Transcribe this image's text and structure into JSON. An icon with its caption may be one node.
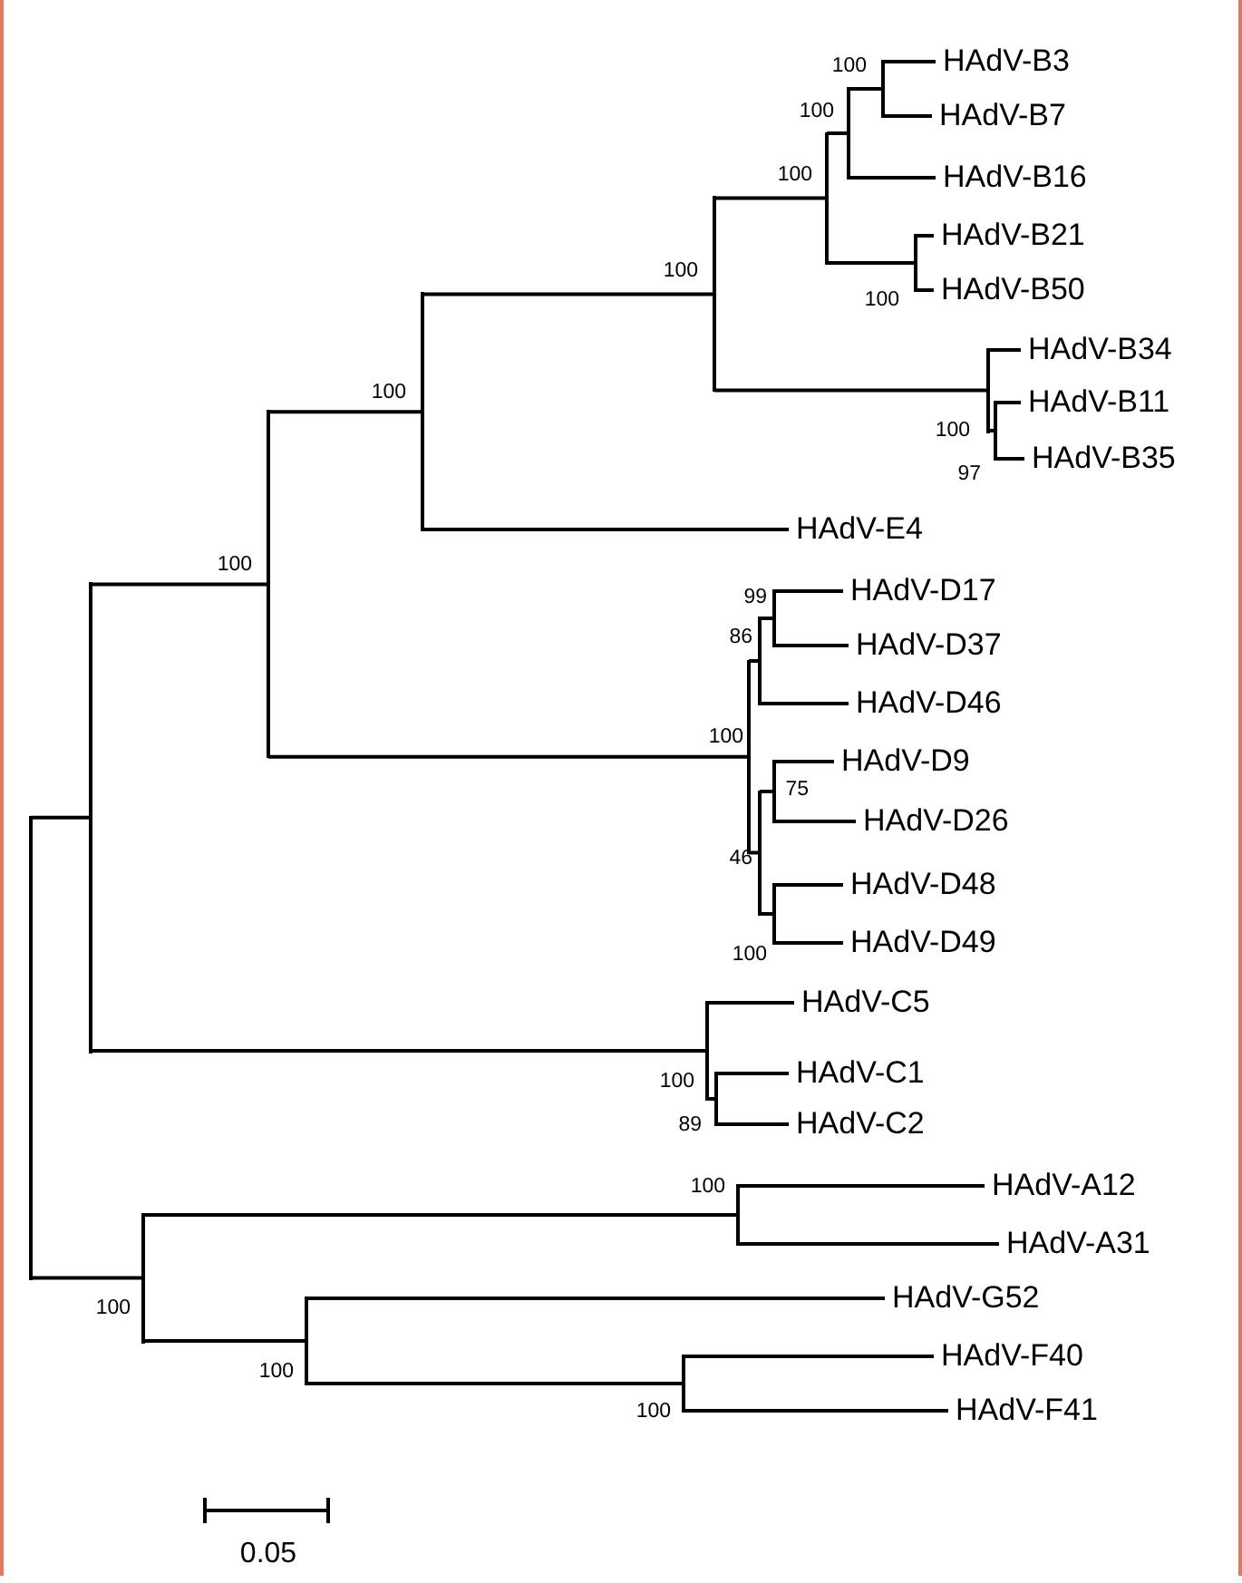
{
  "diagram": {
    "nodes": [
      {
        "text": [],
        "shape": "bar"
      },
      {
        "text": [],
        "shape": "bar"
      },
      {
        "text": [],
        "shape": "bar",
        "beside": [
          "100"
        ]
      },
      {
        "text": [],
        "shape": "bar",
        "beside": [
          "100"
        ]
      },
      {
        "text": [],
        "shape": "bar",
        "beside": [
          "100"
        ]
      },
      {
        "text": [],
        "shape": "bar",
        "beside": [
          "100"
        ]
      },
      {
        "text": [],
        "shape": "bar",
        "beside": [
          "100"
        ]
      },
      {
        "text": [],
        "shape": "bar",
        "beside": [
          "100"
        ]
      },
      {
        "text": [
          "HAdV-B3"
        ]
      },
      {
        "text": [
          "HAdV-B7"
        ]
      },
      {
        "text": [
          "HAdV-B16"
        ]
      },
      {
        "text": [],
        "shape": "bar",
        "beside": [
          "100"
        ]
      },
      {
        "text": [
          "HAdV-B21"
        ]
      },
      {
        "text": [
          "HAdV-B50"
        ]
      },
      {
        "text": [],
        "shape": "bar",
        "beside": [
          "100"
        ]
      },
      {
        "text": [
          "HAdV-B34"
        ]
      },
      {
        "text": [],
        "shape": "bar",
        "beside": [
          "97"
        ]
      },
      {
        "text": [
          "HAdV-B11"
        ]
      },
      {
        "text": [
          "HAdV-B35"
        ]
      },
      {
        "text": [
          "HAdV-E4"
        ]
      },
      {
        "text": [],
        "shape": "bar",
        "beside": [
          "100"
        ]
      },
      {
        "text": [],
        "shape": "bar",
        "beside": [
          "86"
        ]
      },
      {
        "text": [],
        "shape": "bar",
        "beside": [
          "99"
        ]
      },
      {
        "text": [
          "HAdV-D17"
        ]
      },
      {
        "text": [
          "HAdV-D37"
        ]
      },
      {
        "text": [
          "HAdV-D46"
        ]
      },
      {
        "text": [],
        "shape": "bar",
        "beside": [
          "46"
        ]
      },
      {
        "text": [],
        "shape": "bar",
        "beside": [
          "75"
        ]
      },
      {
        "text": [
          "HAdV-D9"
        ]
      },
      {
        "text": [
          "HAdV-D26"
        ]
      },
      {
        "text": [],
        "shape": "bar",
        "beside": [
          "100"
        ]
      },
      {
        "text": [
          "HAdV-D48"
        ]
      },
      {
        "text": [
          "HAdV-D49"
        ]
      },
      {
        "text": [],
        "shape": "bar",
        "beside": [
          "100"
        ]
      },
      {
        "text": [
          "HAdV-C5"
        ]
      },
      {
        "text": [],
        "shape": "bar",
        "beside": [
          "89"
        ]
      },
      {
        "text": [
          "HAdV-C1"
        ]
      },
      {
        "text": [
          "HAdV-C2"
        ]
      },
      {
        "text": [],
        "shape": "bar",
        "beside": [
          "100"
        ]
      },
      {
        "text": [],
        "shape": "bar",
        "beside": [
          "100"
        ]
      },
      {
        "text": [
          "HAdV-A12"
        ]
      },
      {
        "text": [
          "HAdV-A31"
        ]
      },
      {
        "text": [],
        "shape": "bar",
        "beside": [
          "100"
        ]
      },
      {
        "text": [
          "HAdV-G52"
        ]
      },
      {
        "text": [],
        "shape": "bar",
        "beside": [
          "100"
        ]
      },
      {
        "text": [
          "HAdV-F40"
        ]
      },
      {
        "text": [
          "HAdV-F41"
        ]
      }
    ],
    "edges": [
      {
        "from": 0,
        "to": 1,
        "arrow": "none"
      },
      {
        "from": 0,
        "to": 38,
        "arrow": "none"
      },
      {
        "from": 1,
        "to": 2,
        "arrow": "none"
      },
      {
        "from": 1,
        "to": 33,
        "arrow": "none"
      },
      {
        "from": 2,
        "to": 3,
        "arrow": "none"
      },
      {
        "from": 2,
        "to": 20,
        "arrow": "none"
      },
      {
        "from": 3,
        "to": 4,
        "arrow": "none"
      },
      {
        "from": 3,
        "to": 19,
        "arrow": "none"
      },
      {
        "from": 4,
        "to": 5,
        "arrow": "none"
      },
      {
        "from": 4,
        "to": 14,
        "arrow": "none"
      },
      {
        "from": 5,
        "to": 6,
        "arrow": "none"
      },
      {
        "from": 5,
        "to": 11,
        "arrow": "none"
      },
      {
        "from": 6,
        "to": 7,
        "arrow": "none"
      },
      {
        "from": 6,
        "to": 10,
        "arrow": "none"
      },
      {
        "from": 7,
        "to": 8,
        "arrow": "none"
      },
      {
        "from": 7,
        "to": 9,
        "arrow": "none"
      },
      {
        "from": 11,
        "to": 12,
        "arrow": "none"
      },
      {
        "from": 11,
        "to": 13,
        "arrow": "none"
      },
      {
        "from": 14,
        "to": 15,
        "arrow": "none"
      },
      {
        "from": 14,
        "to": 16,
        "arrow": "none"
      },
      {
        "from": 16,
        "to": 17,
        "arrow": "none"
      },
      {
        "from": 16,
        "to": 18,
        "arrow": "none"
      },
      {
        "from": 20,
        "to": 21,
        "arrow": "none"
      },
      {
        "from": 20,
        "to": 26,
        "arrow": "none"
      },
      {
        "from": 21,
        "to": 22,
        "arrow": "none"
      },
      {
        "from": 21,
        "to": 25,
        "arrow": "none"
      },
      {
        "from": 22,
        "to": 23,
        "arrow": "none"
      },
      {
        "from": 22,
        "to": 24,
        "arrow": "none"
      },
      {
        "from": 26,
        "to": 27,
        "arrow": "none"
      },
      {
        "from": 26,
        "to": 30,
        "arrow": "none"
      },
      {
        "from": 27,
        "to": 28,
        "arrow": "none"
      },
      {
        "from": 27,
        "to": 29,
        "arrow": "none"
      },
      {
        "from": 30,
        "to": 31,
        "arrow": "none"
      },
      {
        "from": 30,
        "to": 32,
        "arrow": "none"
      },
      {
        "from": 33,
        "to": 34,
        "arrow": "none"
      },
      {
        "from": 33,
        "to": 35,
        "arrow": "none"
      },
      {
        "from": 35,
        "to": 36,
        "arrow": "none"
      },
      {
        "from": 35,
        "to": 37,
        "arrow": "none"
      },
      {
        "from": 38,
        "to": 39,
        "arrow": "none"
      },
      {
        "from": 38,
        "to": 42,
        "arrow": "none"
      },
      {
        "from": 39,
        "to": 40,
        "arrow": "none"
      },
      {
        "from": 39,
        "to": 41,
        "arrow": "none"
      },
      {
        "from": 42,
        "to": 43,
        "arrow": "none"
      },
      {
        "from": 42,
        "to": 44,
        "arrow": "none"
      },
      {
        "from": 44,
        "to": 45,
        "arrow": "none"
      },
      {
        "from": 44,
        "to": 46,
        "arrow": "none"
      }
    ],
    "labels": [
      "0.05"
    ]
  }
}
